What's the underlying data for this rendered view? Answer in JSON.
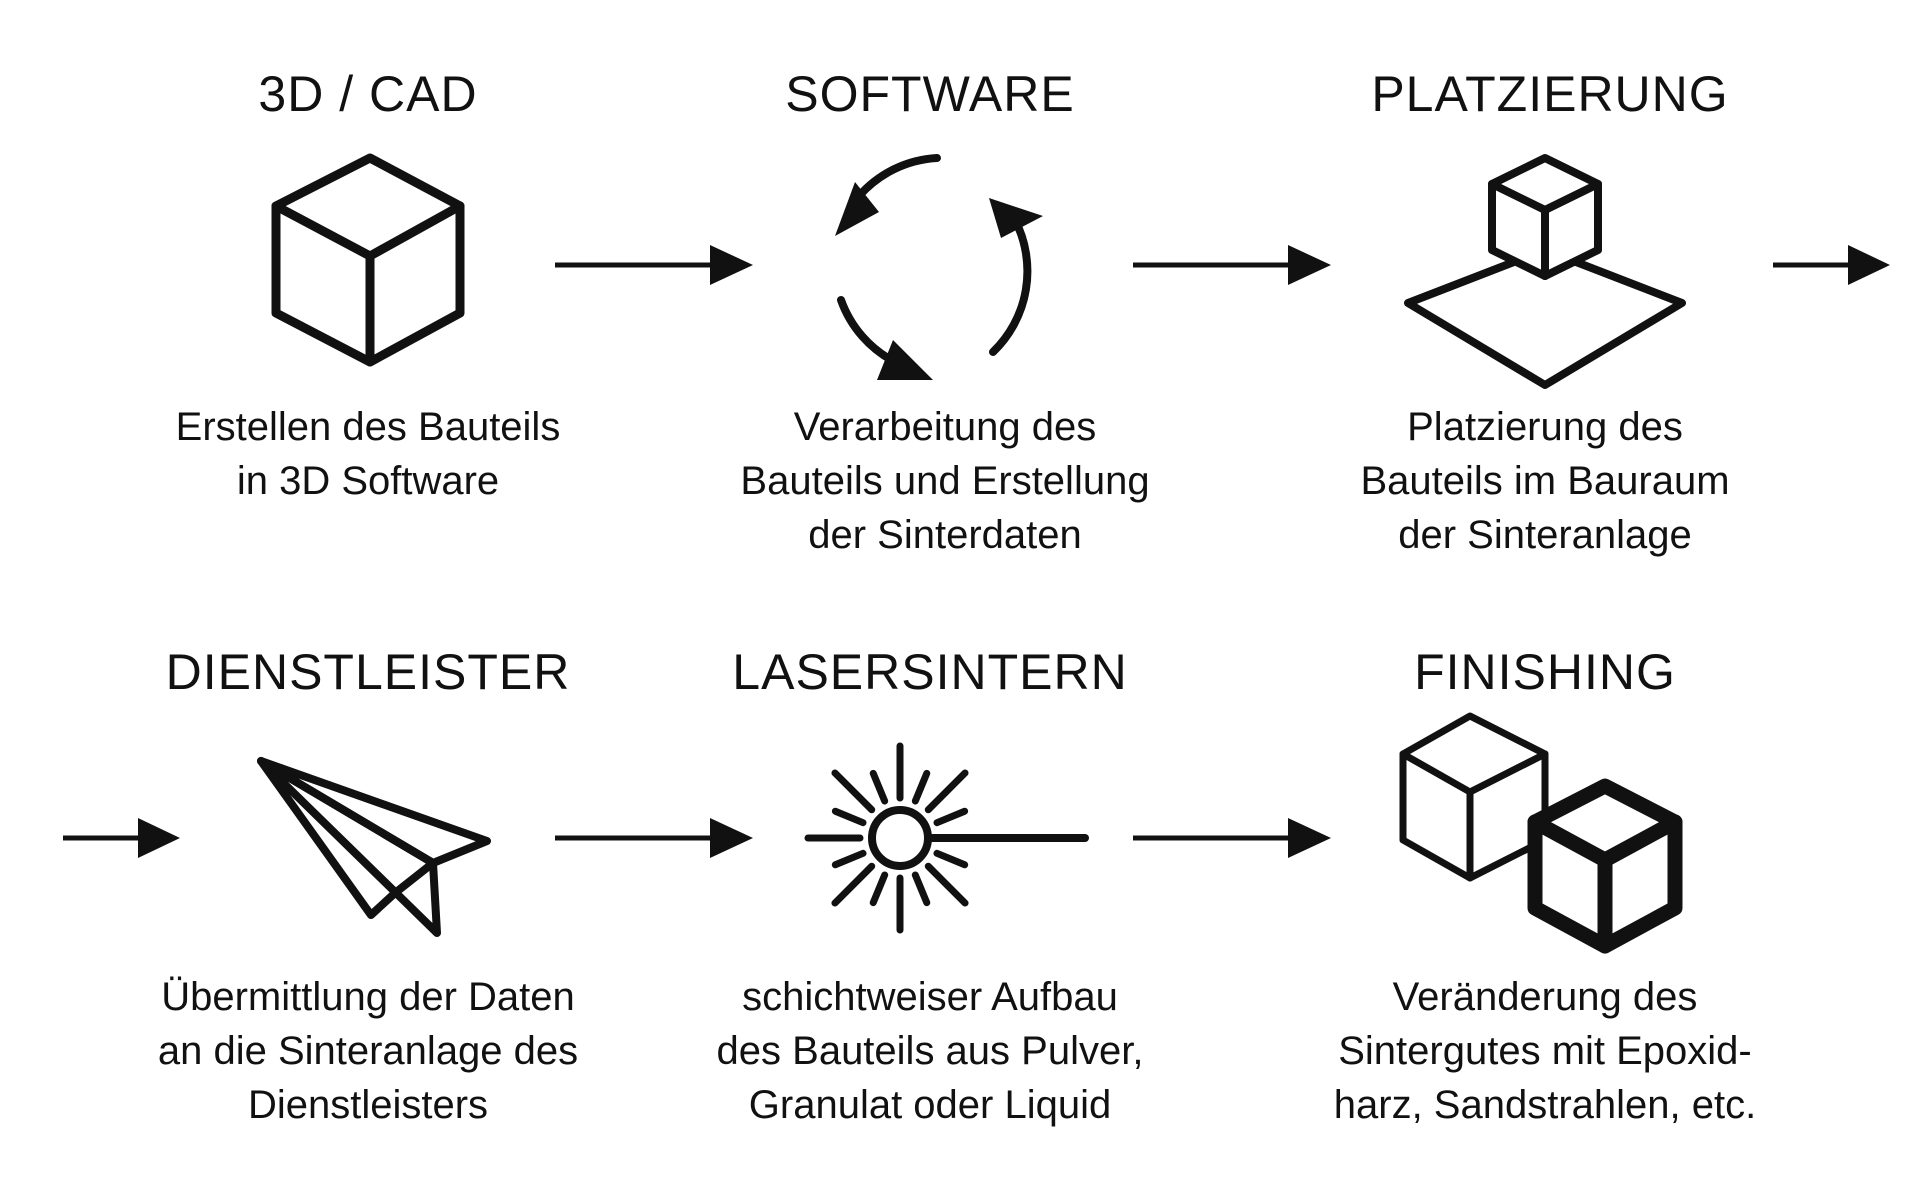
{
  "steps": [
    {
      "title": "3D / CAD",
      "lines": [
        "Erstellen des Bauteils",
        "in 3D Software"
      ],
      "icon": "cube-icon"
    },
    {
      "title": "SOFTWARE",
      "lines": [
        "Verarbeitung des",
        "Bauteils und Erstellung",
        "der Sinterdaten"
      ],
      "icon": "cycle-arrows-icon"
    },
    {
      "title": "PLATZIERUNG",
      "lines": [
        "Platzierung des",
        "Bauteils im Bauraum",
        "der Sinteranlage"
      ],
      "icon": "cube-on-platform-icon"
    },
    {
      "title": "DIENSTLEISTER",
      "lines": [
        "Übermittlung der Daten",
        "an die Sinteranlage des",
        "Dienstleisters"
      ],
      "icon": "paper-plane-icon"
    },
    {
      "title": "LASERSINTERN",
      "lines": [
        "schichtweiser Aufbau",
        "des Bauteils aus Pulver,",
        "Granulat oder Liquid"
      ],
      "icon": "laser-burst-icon"
    },
    {
      "title": "FINISHING",
      "lines": [
        "Veränderung des",
        "Sintergutes mit Epoxid-",
        "harz, Sandstrahlen, etc."
      ],
      "icon": "two-cubes-icon"
    }
  ],
  "colors": {
    "ink": "#111111",
    "background": "#ffffff"
  }
}
